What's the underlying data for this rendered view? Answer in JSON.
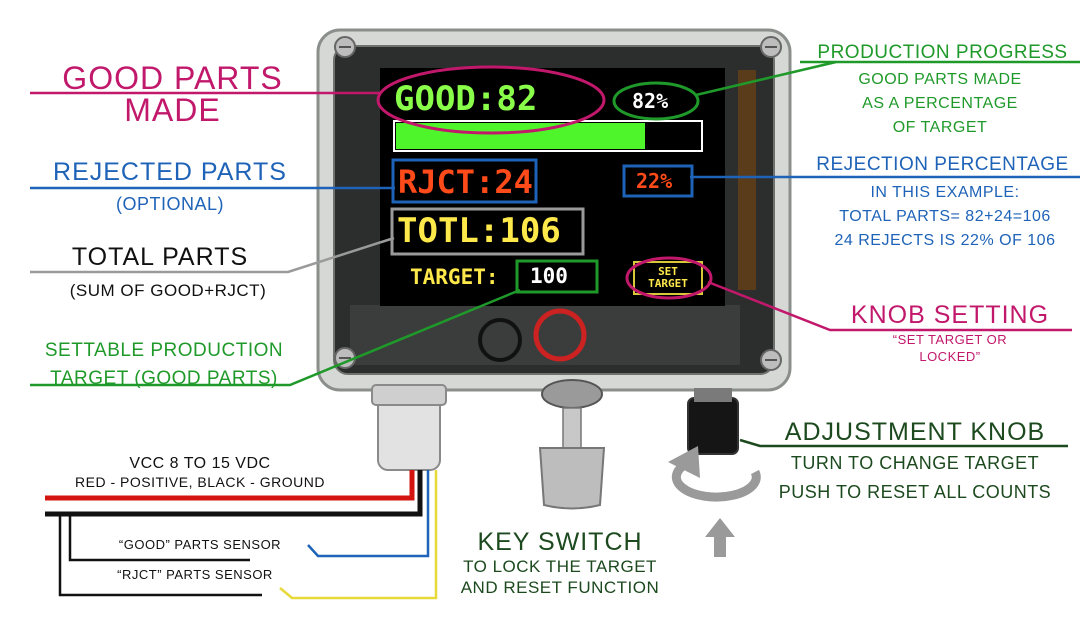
{
  "colors": {
    "magenta": "#c2186b",
    "blue": "#1e63b8",
    "green": "#1f9a2a",
    "dark_green": "#1c4a1e",
    "black": "#111111",
    "lcd_green": "#8aff4a",
    "lcd_red": "#ff4a1a",
    "lcd_yellow": "#ffe94a",
    "bar_green": "#4ef52a"
  },
  "screen": {
    "good_label": "GOOD",
    "good_value": "82",
    "good_percent": "82%",
    "progress_fraction": 0.82,
    "rjct_label": "RJCT",
    "rjct_value": "24",
    "rjct_percent": "22%",
    "totl_label": "TOTL",
    "totl_value": "106",
    "target_label": "TARGET",
    "target_value": "100",
    "set_target_line1": "SET",
    "set_target_line2": "TARGET"
  },
  "labels": {
    "good_parts_line1": "GOOD PARTS",
    "good_parts_line2": "MADE",
    "rejected_parts": "REJECTED PARTS",
    "rejected_optional": "(OPTIONAL)",
    "total_parts": "TOTAL PARTS",
    "total_sum": "(SUM OF GOOD+RJCT)",
    "settable_line1": "SETTABLE PRODUCTION",
    "settable_line2": "TARGET (GOOD PARTS)",
    "production_progress": "PRODUCTION PROGRESS",
    "progress_desc_1": "GOOD PARTS MADE",
    "progress_desc_2": "AS A PERCENTAGE",
    "progress_desc_3": "OF TARGET",
    "rejection_percentage": "REJECTION PERCENTAGE",
    "rejection_desc_1": "IN THIS EXAMPLE:",
    "rejection_desc_2": "TOTAL PARTS= 82+24=106",
    "rejection_desc_3": "24 REJECTS IS 22% OF 106",
    "knob_setting": "KNOB SETTING",
    "knob_setting_desc_1": "“SET TARGET OR",
    "knob_setting_desc_2": "LOCKED”",
    "adjustment_knob": "ADJUSTMENT KNOB",
    "adjustment_desc_1": "TURN TO CHANGE TARGET",
    "adjustment_desc_2": "PUSH TO RESET ALL COUNTS",
    "vcc": "VCC 8 TO 15 VDC",
    "vcc_wires": "RED - POSITIVE, BLACK - GROUND",
    "good_sensor": "“GOOD” PARTS SENSOR",
    "rjct_sensor": "“RJCT” PARTS SENSOR",
    "key_switch": "KEY SWITCH",
    "key_switch_desc_1": "TO LOCK THE TARGET",
    "key_switch_desc_2": "AND RESET FUNCTION"
  }
}
